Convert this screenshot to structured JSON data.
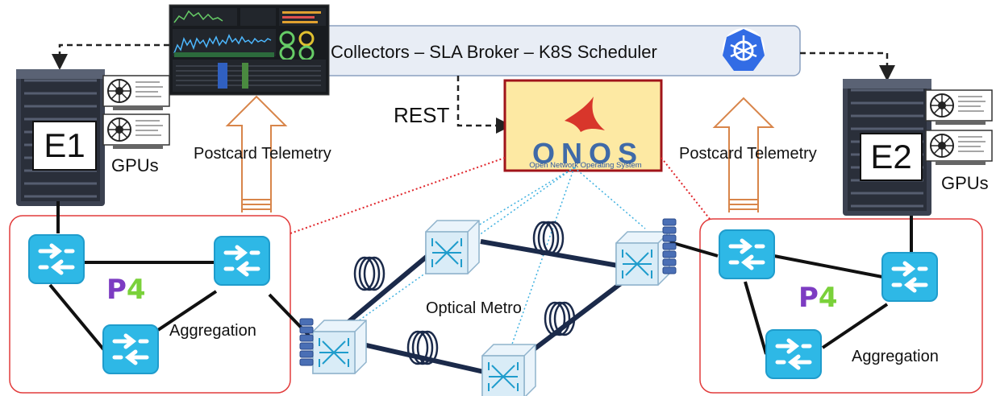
{
  "broker_bar": {
    "label": "Collectors – SLA Broker – K8S Scheduler"
  },
  "controller": {
    "rest_label": "REST",
    "onos_wordmark": "ONOS",
    "onos_subtitle": "Open Network Operating System"
  },
  "edges": [
    {
      "label": "E1",
      "gpus_label": "GPUs",
      "telemetry_label": "Postcard Telemetry",
      "aggregation_label": "Aggregation",
      "p4_logo": "P4"
    },
    {
      "label": "E2",
      "gpus_label": "GPUs",
      "telemetry_label": "Postcard Telemetry",
      "aggregation_label": "Aggregation",
      "p4_logo": "P4"
    }
  ],
  "metro": {
    "label": "Optical Metro"
  },
  "icons": {
    "kubernetes": "kubernetes-icon",
    "dashboard": "grafana-dashboard-icon",
    "packet_switch": "packet-switch-icon",
    "optical_switch": "optical-switch-icon",
    "fiber_spool": "fiber-spool-icon",
    "server": "server-icon",
    "gpu": "gpu-card-icon"
  },
  "colors": {
    "switch": "#2eb8e6",
    "optical_switch": "#d9ecf7",
    "fiber_link": "#1b2a4a",
    "arrow_outline": "#d8854a",
    "control_dotted_red": "#e0252b",
    "control_dotted_blue": "#3fb1e0",
    "domain_border": "#e23b3b",
    "onos_border": "#a0141a",
    "onos_background": "#fde9a3",
    "bar_fill": "#e8edf5",
    "kubernetes": "#326ce5"
  }
}
